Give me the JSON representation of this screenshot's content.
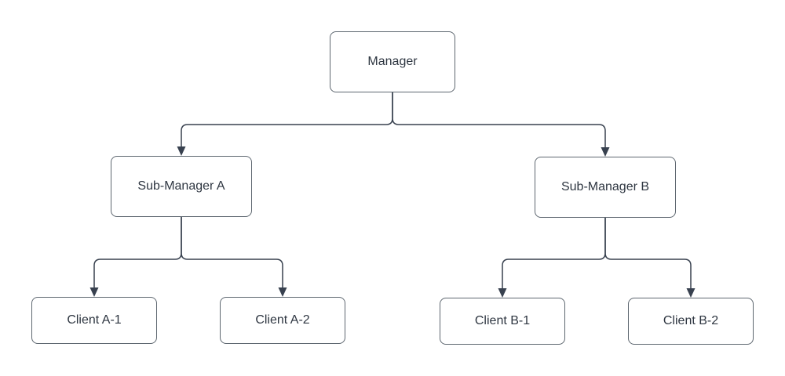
{
  "diagram": {
    "type": "org-chart-tree",
    "colors": {
      "background": "#ffffff",
      "connector": "#38414f",
      "node_fill": "#ffffff",
      "node_border": "#5e6770",
      "text": "#2e3641"
    },
    "nodes": [
      {
        "id": "manager",
        "label": "Manager"
      },
      {
        "id": "sub-manager-a",
        "label": "Sub-Manager A"
      },
      {
        "id": "sub-manager-b",
        "label": "Sub-Manager B"
      },
      {
        "id": "client-a1",
        "label": "Client A-1"
      },
      {
        "id": "client-a2",
        "label": "Client A-2"
      },
      {
        "id": "client-b1",
        "label": "Client B-1"
      },
      {
        "id": "client-b2",
        "label": "Client B-2"
      }
    ],
    "edges": [
      {
        "from": "Manager",
        "to": "Sub-Manager A",
        "arrow": "target"
      },
      {
        "from": "Manager",
        "to": "Sub-Manager B",
        "arrow": "target"
      },
      {
        "from": "Sub-Manager A",
        "to": "Client A-1",
        "arrow": "target"
      },
      {
        "from": "Sub-Manager A",
        "to": "Client A-2",
        "arrow": "target"
      },
      {
        "from": "Sub-Manager B",
        "to": "Client B-1",
        "arrow": "target"
      },
      {
        "from": "Sub-Manager B",
        "to": "Client B-2",
        "arrow": "target"
      }
    ]
  }
}
